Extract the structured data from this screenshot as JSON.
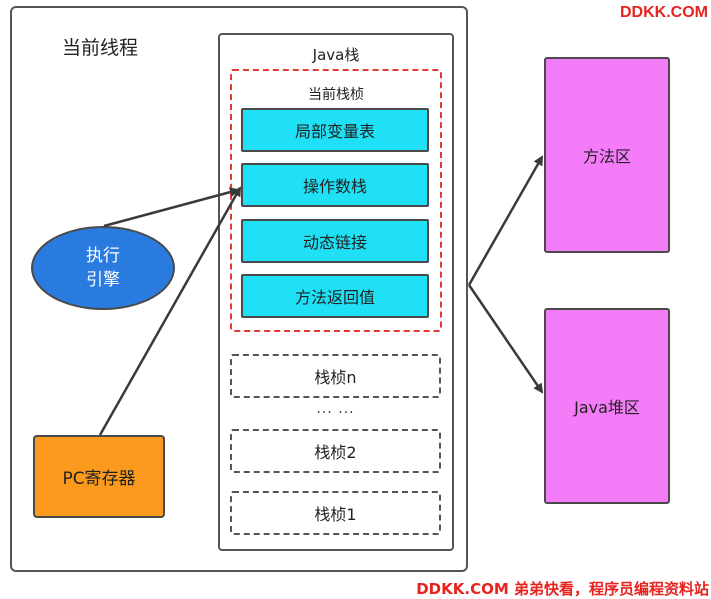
{
  "watermark_top": "DDKK.COM",
  "watermark_bottom": "DDKK.COM 弟弟快看，程序员编程资料站",
  "thread": {
    "title": "当前线程"
  },
  "java_stack": {
    "title": "Java栈",
    "current_frame": {
      "title": "当前栈桢",
      "slots": [
        "局部变量表",
        "操作数栈",
        "动态链接",
        "方法返回值"
      ]
    },
    "frames": [
      "栈桢n",
      "栈桢2",
      "栈桢1"
    ],
    "ellipsis": "··· ···"
  },
  "engine": {
    "line1": "执行",
    "line2": "引擎"
  },
  "pc_register": {
    "label": "PC寄存器"
  },
  "method_area": {
    "label": "方法区"
  },
  "heap_area": {
    "label": "Java堆区"
  },
  "colors": {
    "slot_fill": "#1fe0f4",
    "engine_fill": "#2a7bdf",
    "pc_fill": "#fb9a1d",
    "area_fill": "#f57cf9",
    "frame_border": "#e53935",
    "watermark": "#e8231f"
  }
}
